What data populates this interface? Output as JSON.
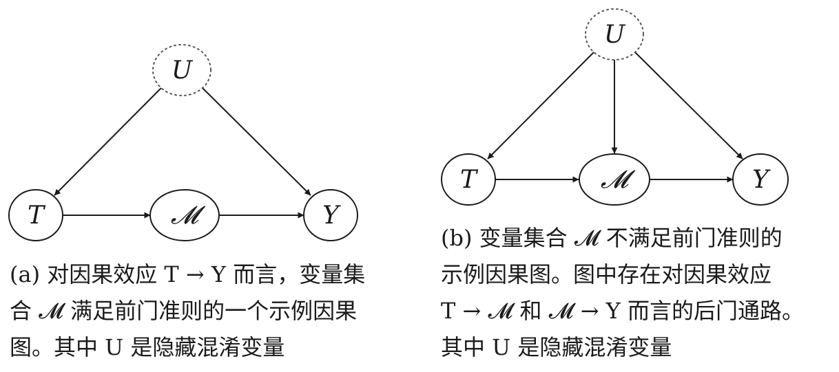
{
  "diagram_a": {
    "nodes": {
      "u": "U",
      "t": "T",
      "m": "𝓜",
      "y": "Y"
    },
    "caption": [
      "(a) 对因果效应 T → Y 而言，变量集",
      "合 𝓜 满足前门准则的一个示例因果",
      "图。其中 U 是隐藏混淆变量"
    ]
  },
  "diagram_b": {
    "nodes": {
      "u": "U",
      "t": "T",
      "m": "𝓜",
      "y": "Y"
    },
    "caption": [
      "(b) 变量集合 𝓜 不满足前门准则的",
      "示例因果图。图中存在对因果效应",
      "T → 𝓜 和 𝓜 → Y 而言的后门通路。",
      "其中 U 是隐藏混淆变量"
    ]
  },
  "colors": {
    "stroke": "#1a1a1a",
    "hidden_node_stroke": "#555555",
    "background": "#ffffff"
  }
}
